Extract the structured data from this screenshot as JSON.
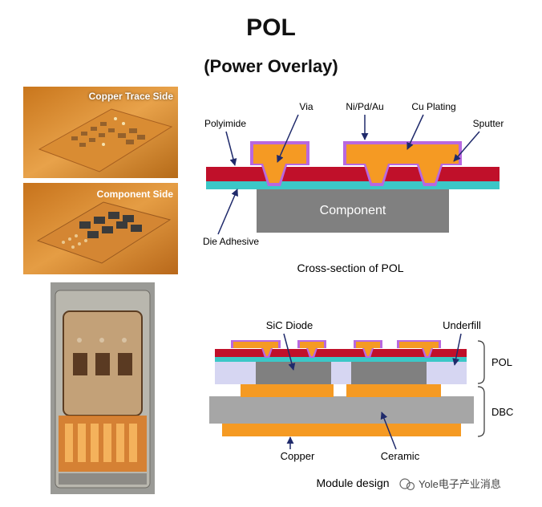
{
  "title": "POL",
  "subtitle": "(Power Overlay)",
  "photos": {
    "top_label": "Copper Trace Side",
    "middle_label": "Component Side"
  },
  "cross_section": {
    "labels": {
      "via": "Via",
      "nipdau": "Ni/Pd/Au",
      "cu_plating": "Cu Plating",
      "polyimide": "Polyimide",
      "sputter": "Sputter",
      "component": "Component",
      "die_adhesive": "Die Adhesive"
    },
    "caption": "Cross-section of POL"
  },
  "module": {
    "labels": {
      "sic_diode": "SiC Diode",
      "underfill": "Underfill",
      "pol": "POL",
      "dbc": "DBC",
      "copper": "Copper",
      "ceramic": "Ceramic"
    },
    "caption": "Module design"
  },
  "watermark": "Yole电子产业消息",
  "colors": {
    "copper": "#f59a23",
    "polyimide_red": "#c0102a",
    "adhesive_cyan": "#3cc7c7",
    "component_gray": "#808080",
    "sputter_purple": "#b868e0",
    "underfill": "#d6d6f2"
  }
}
